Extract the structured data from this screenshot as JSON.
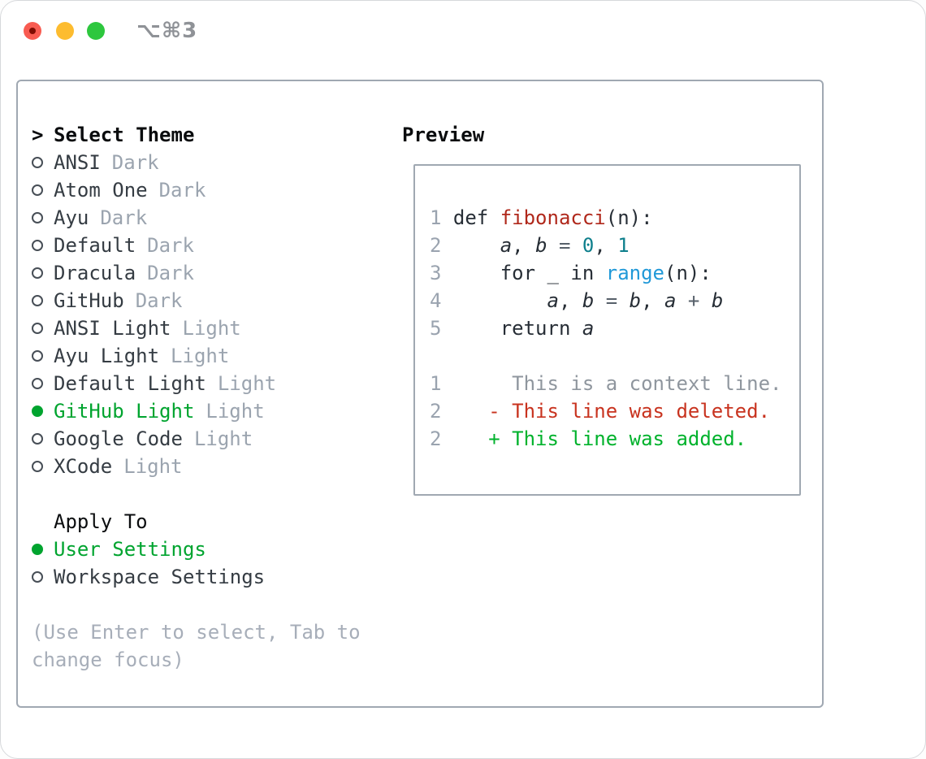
{
  "titlebar": {
    "shortcut": "⌥⌘3",
    "traffic_lights": [
      "close",
      "minimize",
      "zoom"
    ]
  },
  "theme_picker": {
    "header": {
      "marker": ">",
      "label": "Select Theme"
    },
    "themes": [
      {
        "name": "ANSI",
        "variant": "Dark",
        "selected": false
      },
      {
        "name": "Atom One",
        "variant": "Dark",
        "selected": false
      },
      {
        "name": "Ayu",
        "variant": "Dark",
        "selected": false
      },
      {
        "name": "Default",
        "variant": "Dark",
        "selected": false
      },
      {
        "name": "Dracula",
        "variant": "Dark",
        "selected": false
      },
      {
        "name": "GitHub",
        "variant": "Dark",
        "selected": false
      },
      {
        "name": "ANSI Light",
        "variant": "Light",
        "selected": false
      },
      {
        "name": "Ayu Light",
        "variant": "Light",
        "selected": false
      },
      {
        "name": "Default Light",
        "variant": "Light",
        "selected": false
      },
      {
        "name": "GitHub Light",
        "variant": "Light",
        "selected": true
      },
      {
        "name": "Google Code",
        "variant": "Light",
        "selected": false
      },
      {
        "name": "XCode",
        "variant": "Light",
        "selected": false
      }
    ],
    "apply_to": {
      "label": "Apply To",
      "options": [
        {
          "name": "User Settings",
          "selected": true
        },
        {
          "name": "Workspace Settings",
          "selected": false
        }
      ]
    },
    "hint_lines": [
      "(Use Enter to select, Tab to",
      "change focus)"
    ]
  },
  "preview": {
    "title": "Preview",
    "code_lines": [
      {
        "segments": [
          {
            "text": "1 ",
            "style": "gutter"
          },
          {
            "text": "def ",
            "style": "code"
          },
          {
            "text": "fibonacci",
            "style": "func"
          },
          {
            "text": "(n):",
            "style": "code"
          }
        ]
      },
      {
        "segments": [
          {
            "text": "2 ",
            "style": "gutter"
          },
          {
            "text": "    ",
            "style": "code"
          },
          {
            "text": "a",
            "style": "var"
          },
          {
            "text": ", ",
            "style": "code"
          },
          {
            "text": "b",
            "style": "var"
          },
          {
            "text": " = ",
            "style": "op"
          },
          {
            "text": "0",
            "style": "num"
          },
          {
            "text": ", ",
            "style": "code"
          },
          {
            "text": "1",
            "style": "num"
          }
        ]
      },
      {
        "segments": [
          {
            "text": "3 ",
            "style": "gutter"
          },
          {
            "text": "    for _ in ",
            "style": "code"
          },
          {
            "text": "range",
            "style": "call"
          },
          {
            "text": "(n):",
            "style": "code"
          }
        ]
      },
      {
        "segments": [
          {
            "text": "4 ",
            "style": "gutter"
          },
          {
            "text": "        ",
            "style": "code"
          },
          {
            "text": "a",
            "style": "var"
          },
          {
            "text": ", ",
            "style": "code"
          },
          {
            "text": "b",
            "style": "var"
          },
          {
            "text": " = ",
            "style": "op"
          },
          {
            "text": "b",
            "style": "var"
          },
          {
            "text": ", ",
            "style": "code"
          },
          {
            "text": "a",
            "style": "var"
          },
          {
            "text": " + ",
            "style": "op"
          },
          {
            "text": "b",
            "style": "var"
          }
        ]
      },
      {
        "segments": [
          {
            "text": "5 ",
            "style": "gutter"
          },
          {
            "text": "    return ",
            "style": "code"
          },
          {
            "text": "a",
            "style": "var"
          }
        ]
      },
      {
        "segments": []
      },
      {
        "segments": [
          {
            "text": "1",
            "style": "gutter"
          },
          {
            "text": "      This is a context line.",
            "style": "ctx"
          }
        ]
      },
      {
        "segments": [
          {
            "text": "2",
            "style": "gutter"
          },
          {
            "text": "    ",
            "style": "code"
          },
          {
            "text": "- This line was deleted.",
            "style": "del"
          }
        ]
      },
      {
        "segments": [
          {
            "text": "2",
            "style": "gutter"
          },
          {
            "text": "    ",
            "style": "code"
          },
          {
            "text": "+ This line was added.",
            "style": "add"
          }
        ]
      }
    ]
  },
  "colors": {
    "selection_green": "#00a42f",
    "added_green": "#00b22c",
    "deleted_red": "#c8331f",
    "function_red": "#b0281b",
    "number_teal": "#0e7f8c",
    "call_blue": "#2199d8",
    "gutter_gray": "#9aa3af",
    "variant_gray": "#9ba4af",
    "hint_gray": "#a7aeb9",
    "panel_border": "#a0a8b2",
    "traffic_red": "#f85b51",
    "traffic_yellow": "#fdbc2f",
    "traffic_green": "#2dc73e"
  }
}
